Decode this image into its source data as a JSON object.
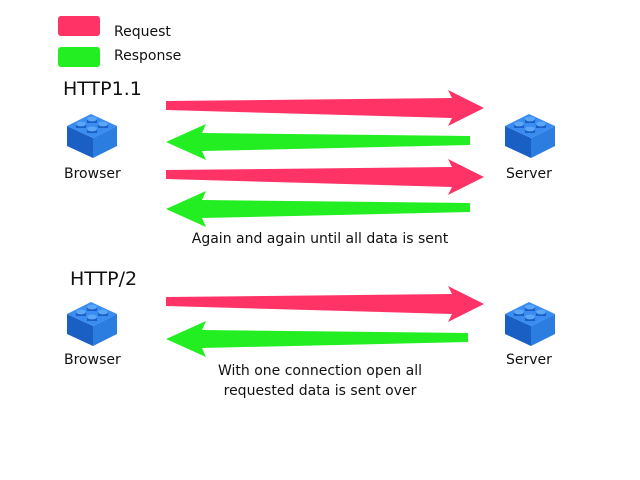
{
  "colors": {
    "request": "#ff3366",
    "response": "#22ee22",
    "lego_top": "#2f7fe6",
    "lego_side": "#1a5fc4",
    "lego_face": "#1f6fdc"
  },
  "legend": {
    "request_label": "Request",
    "response_label": "Response"
  },
  "http11": {
    "title": "HTTP1.1",
    "browser_label": "Browser",
    "server_label": "Server",
    "caption": "Again and again until all data is sent",
    "arrows": [
      "request",
      "response",
      "request",
      "response"
    ]
  },
  "http2": {
    "title": "HTTP/2",
    "browser_label": "Browser",
    "server_label": "Server",
    "caption_line1": "With one connection open all",
    "caption_line2": "requested data is sent over",
    "arrows": [
      "request",
      "response"
    ]
  }
}
